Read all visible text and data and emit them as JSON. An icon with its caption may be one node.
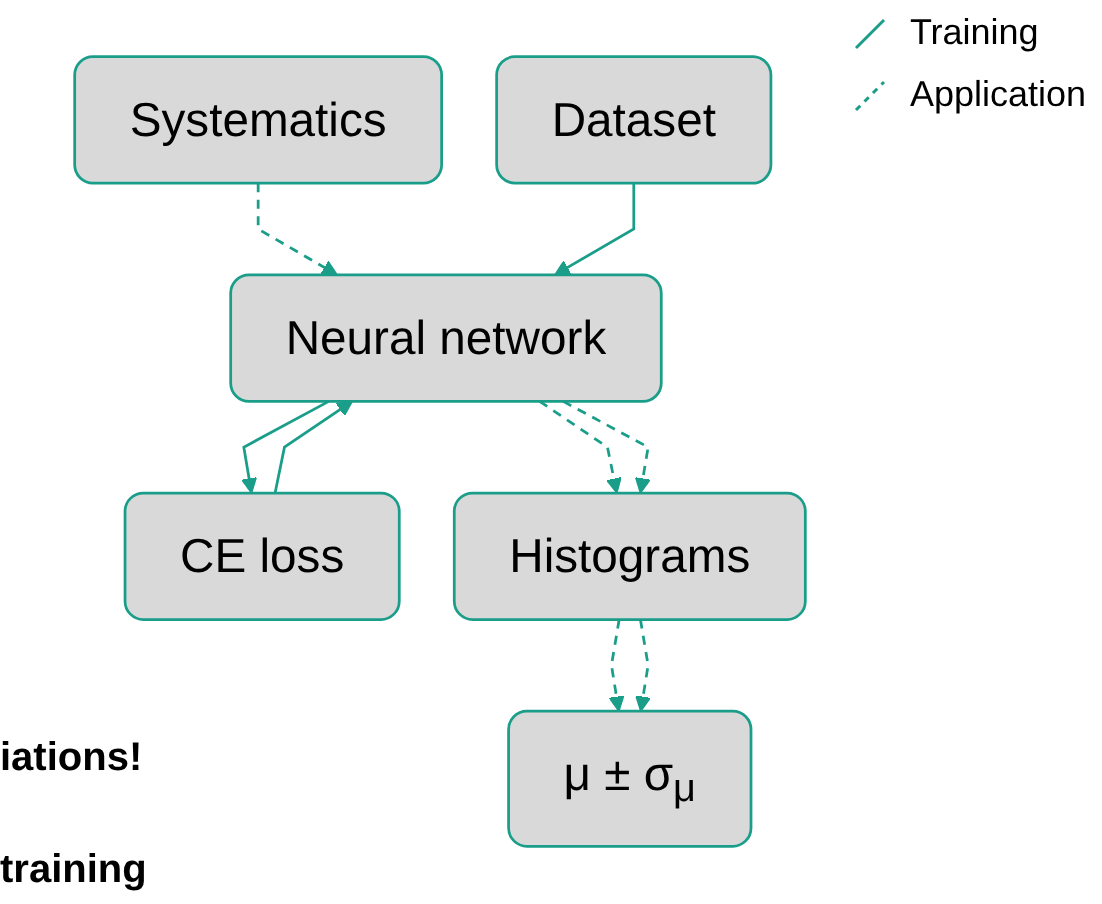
{
  "diagram": {
    "nodes": [
      {
        "text": [
          "Systematics"
        ]
      },
      {
        "text": [
          "Dataset"
        ]
      },
      {
        "text": [
          "Neural network"
        ]
      },
      {
        "text": [
          "CE loss"
        ]
      },
      {
        "text": [
          "Histograms"
        ]
      },
      {
        "text": [
          "μ ± σ$_{μ}$"
        ]
      }
    ],
    "edges": [
      {
        "from": 0,
        "to": 2,
        "arrow": "to",
        "style": "dashed"
      },
      {
        "from": 1,
        "to": 2,
        "arrow": "to"
      },
      {
        "from": 2,
        "to": 3,
        "arrow": "to"
      },
      {
        "from": 3,
        "to": 2,
        "arrow": "to"
      },
      {
        "from": 2,
        "to": 4,
        "arrow": "to",
        "style": "dashed"
      },
      {
        "from": 2,
        "to": 4,
        "arrow": "to",
        "style": "dashed"
      },
      {
        "from": 4,
        "to": 5,
        "arrow": "to",
        "style": "dashed"
      },
      {
        "from": 4,
        "to": 5,
        "arrow": "to",
        "style": "dashed"
      }
    ],
    "labels": [
      "iations!",
      "training"
    ],
    "legend": [
      {
        "text": "Training"
      },
      {
        "text": "Application"
      }
    ]
  }
}
